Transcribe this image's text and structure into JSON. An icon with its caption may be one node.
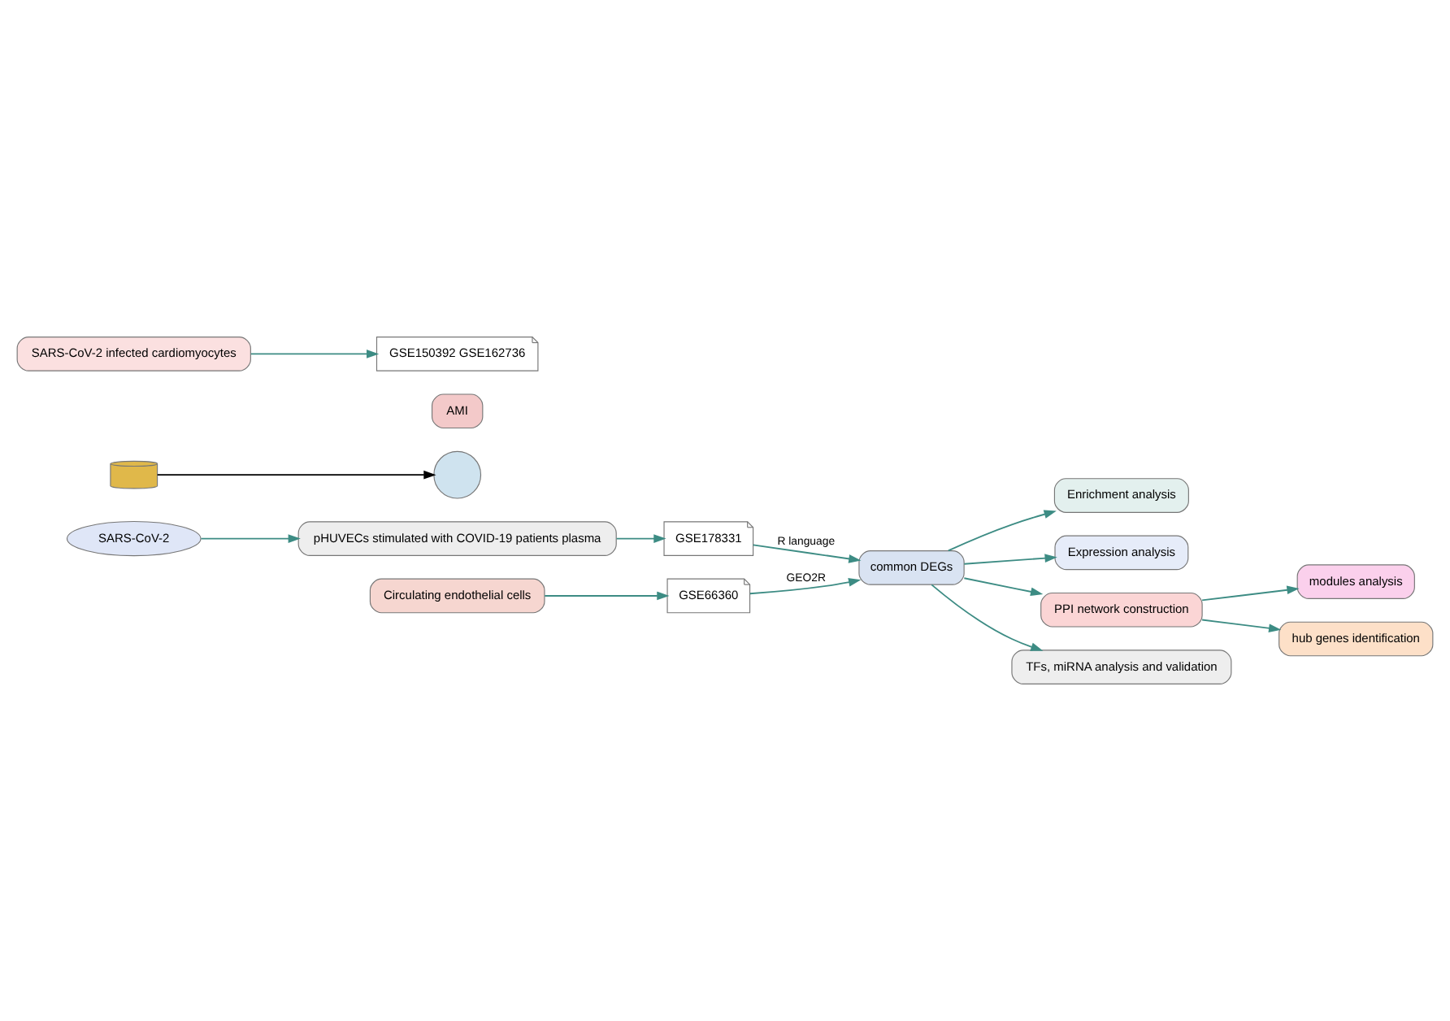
{
  "diagram": {
    "nodes": [
      {
        "text": [
          "SARS-CoV-2"
        ]
      },
      {
        "text": [
          "pHUVECs stimulated with COVID-19 patients plasma"
        ]
      },
      {
        "text": [],
        "shape": "cylinder"
      },
      {
        "text": [],
        "shape": "circle"
      },
      {
        "text": [
          "GSE178331"
        ]
      },
      {
        "text": [
          "AMI"
        ]
      },
      {
        "text": [
          "Circulating endothelial cells"
        ]
      },
      {
        "text": [
          "GSE66360"
        ]
      },
      {
        "text": [
          "common DEGs"
        ]
      },
      {
        "text": [
          "Enrichment analysis"
        ]
      },
      {
        "text": [
          "Expression analysis"
        ]
      },
      {
        "text": [
          "GSE150392 GSE162736"
        ]
      },
      {
        "text": [
          "SARS-CoV-2 infected cardiomyocytes"
        ]
      },
      {
        "text": [
          "PPI network construction"
        ]
      },
      {
        "text": [
          "modules analysis"
        ]
      },
      {
        "text": [
          "hub genes identification"
        ]
      },
      {
        "text": [
          "TFs, miRNA analysis and validation"
        ]
      }
    ],
    "edges": [
      {
        "from": 0,
        "to": 1,
        "arrow": "to"
      },
      {
        "from": 2,
        "to": 3,
        "arrow": "to",
        "color": "#000000"
      },
      {
        "from": 1,
        "to": 4,
        "arrow": "to"
      },
      {
        "from": 4,
        "to": 8,
        "arrow": "to",
        "label": "R language"
      },
      {
        "from": 6,
        "to": 7,
        "arrow": "to"
      },
      {
        "from": 7,
        "to": 8,
        "arrow": "to",
        "label": "GEO2R"
      },
      {
        "from": 8,
        "to": 9,
        "arrow": "to"
      },
      {
        "from": 8,
        "to": 10,
        "arrow": "to"
      },
      {
        "from": 12,
        "to": 11,
        "arrow": "to"
      },
      {
        "from": 8,
        "to": 13,
        "arrow": "to"
      },
      {
        "from": 13,
        "to": 14,
        "arrow": "to"
      },
      {
        "from": 13,
        "to": 15,
        "arrow": "to"
      },
      {
        "from": 8,
        "to": 16,
        "arrow": "to"
      }
    ]
  }
}
